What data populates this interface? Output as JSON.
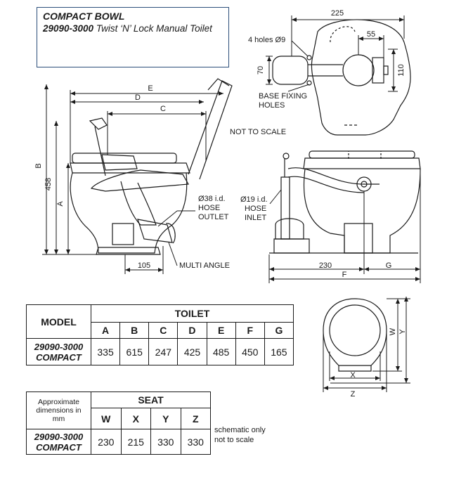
{
  "title": {
    "line1": "COMPACT BOWL",
    "part_number": "29090-3000",
    "description": "Twist ‘N’ Lock Manual Toilet"
  },
  "drawing_labels": {
    "dim_225": "225",
    "dim_55": "55",
    "dim_70": "70",
    "dim_110": "110",
    "holes": "4 holes Ø9",
    "base_fixing_1": "BASE FIXING",
    "base_fixing_2": "HOLES",
    "not_to_scale": "NOT TO SCALE",
    "dim_E": "E",
    "dim_D": "D",
    "dim_C": "C",
    "dim_B": "B",
    "dim_458": "458",
    "dim_A": "A",
    "outlet_1": "Ø38 i.d.",
    "outlet_2": "HOSE",
    "outlet_3": "OUTLET",
    "inlet_1": "Ø19 i.d.",
    "inlet_2": "HOSE",
    "inlet_3": "INLET",
    "dim_105": "105",
    "multi_angle": "MULTI ANGLE",
    "dim_230": "230",
    "dim_G": "G",
    "dim_F": "F",
    "seat_W": "W",
    "seat_Y": "Y",
    "seat_X": "X",
    "seat_Z": "Z"
  },
  "toilet_table": {
    "model_header": "MODEL",
    "group_header": "TOILET",
    "columns": [
      "A",
      "B",
      "C",
      "D",
      "E",
      "F",
      "G"
    ],
    "model_line1": "29090-3000",
    "model_line2": "COMPACT",
    "values": [
      "335",
      "615",
      "247",
      "425",
      "485",
      "450",
      "165"
    ]
  },
  "seat_table": {
    "approx_1": "Approximate",
    "approx_2": "dimensions in",
    "approx_3": "mm",
    "group_header": "SEAT",
    "columns": [
      "W",
      "X",
      "Y",
      "Z"
    ],
    "model_line1": "29090-3000",
    "model_line2": "COMPACT",
    "values": [
      "230",
      "215",
      "330",
      "330"
    ]
  },
  "note": {
    "line1": "schematic only",
    "line2": "not to scale"
  }
}
